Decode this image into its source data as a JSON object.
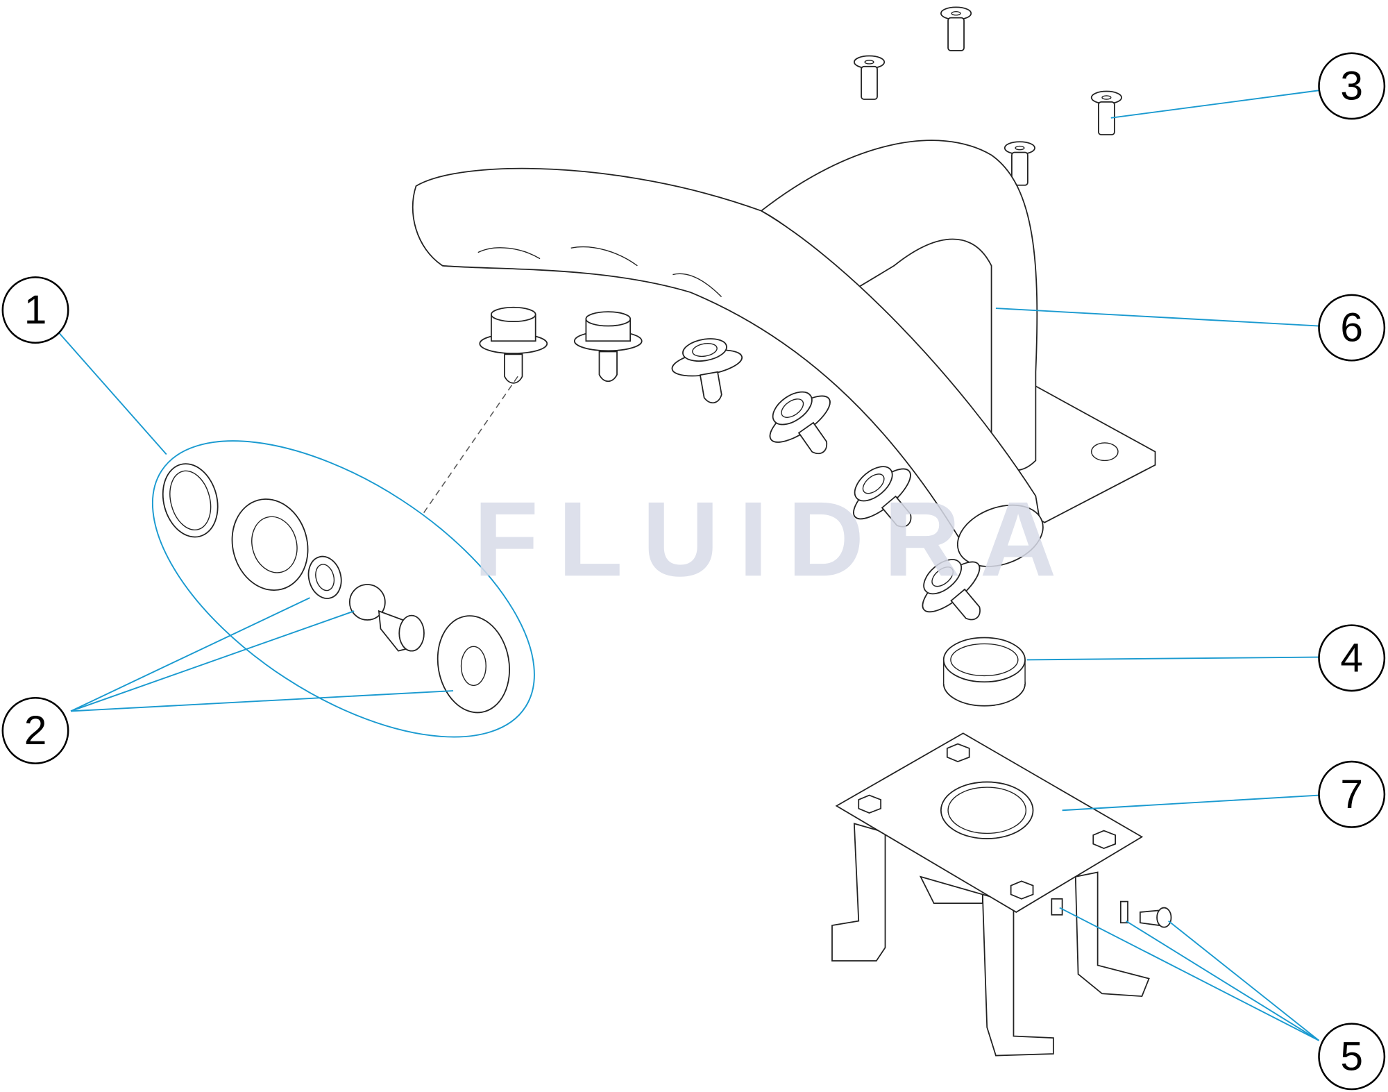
{
  "watermark": "FLUIDRA",
  "callouts": [
    {
      "number": "1"
    },
    {
      "number": "2"
    },
    {
      "number": "3"
    },
    {
      "number": "4"
    },
    {
      "number": "5"
    },
    {
      "number": "6"
    },
    {
      "number": "7"
    }
  ],
  "colors": {
    "leader": "#1a9ad0",
    "watermark": "#d8dbe8"
  }
}
